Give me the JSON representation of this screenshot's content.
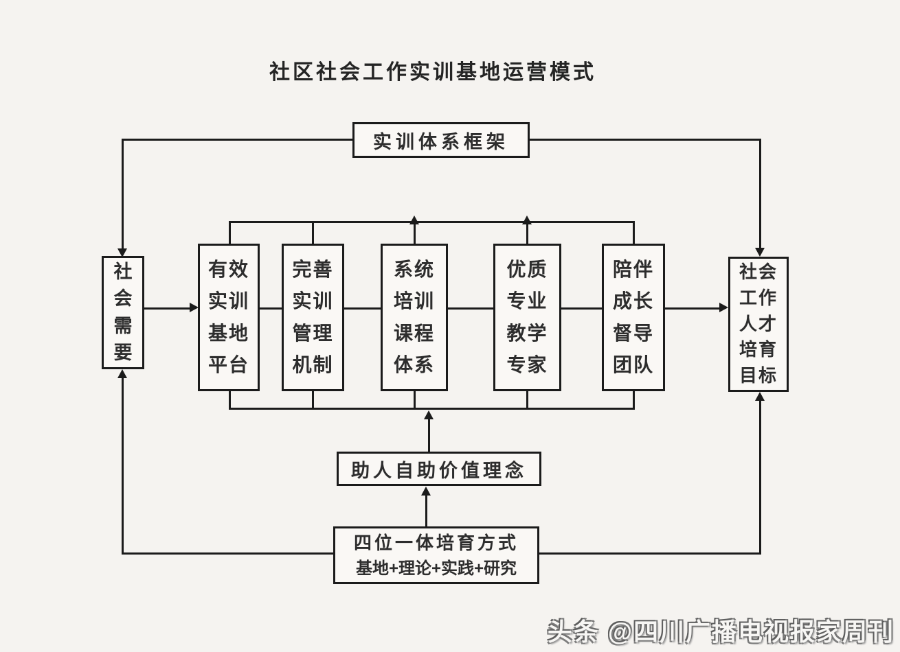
{
  "title": "社区社会工作实训基地运营模式",
  "diagram": {
    "framework": "实训体系框架",
    "social_needs": "社\n会\n需\n要",
    "pillars": [
      {
        "label": "有效\n实训\n基地\n平台"
      },
      {
        "label": "完善\n实训\n管理\n机制"
      },
      {
        "label": "系统\n培训\n课程\n体系"
      },
      {
        "label": "优质\n专业\n教学\n专家"
      },
      {
        "label": "陪伴\n成长\n督导\n团队"
      }
    ],
    "goal": "社会\n工作\n人才\n培育\n目标",
    "values_concept": "助人自助价值理念",
    "method_line1": "四位一体培育方式",
    "method_line2": "基地+理论+实践+研究"
  },
  "watermark": "头条 @四川广播电视报家周刊",
  "colors": {
    "line": "#1b1b1b",
    "paper": "#f5f3f0",
    "box_fill": "#faf8f5",
    "watermark_edge": "#6a6a6a"
  }
}
